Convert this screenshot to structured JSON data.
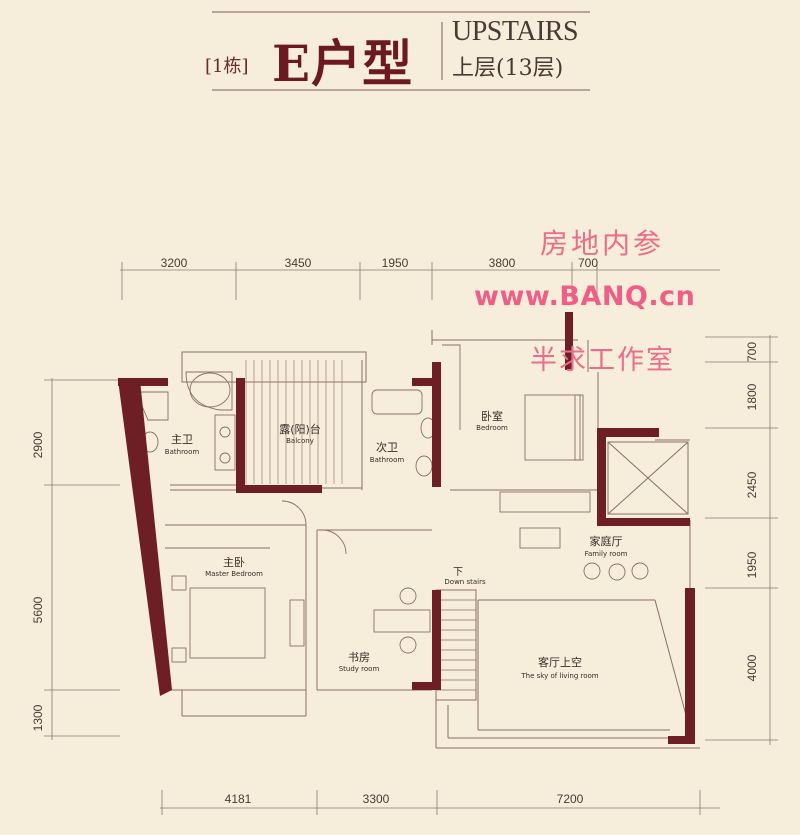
{
  "title": {
    "building": "[1栋]",
    "unit_type": "E户型",
    "level_en": "UPSTAIRS",
    "level_cn": "上层(13层)"
  },
  "dimensions": {
    "top": [
      "3200",
      "3450",
      "1950",
      "3800",
      "700"
    ],
    "bottom": [
      "4181",
      "3300",
      "7200"
    ],
    "left": [
      "2900",
      "5600",
      "1300"
    ],
    "right": [
      "700",
      "1800",
      "2450",
      "1950",
      "4000"
    ]
  },
  "rooms": {
    "master_bath": {
      "cn": "主卫",
      "en": "Bathroom"
    },
    "balcony": {
      "cn": "露(阳)台",
      "en": "Balcony"
    },
    "second_bath": {
      "cn": "次卫",
      "en": "Bathroom"
    },
    "bedroom": {
      "cn": "卧室",
      "en": "Bedroom"
    },
    "family_room": {
      "cn": "家庭厅",
      "en": "Family room"
    },
    "master_bedroom": {
      "cn": "主卧",
      "en": "Master Bedroom"
    },
    "study": {
      "cn": "书房",
      "en": "Study room"
    },
    "down_stairs": {
      "cn": "下",
      "en": "Down stairs"
    },
    "living_void": {
      "cn": "客厅上空",
      "en": "The sky of living room"
    }
  },
  "watermark": {
    "line1": "房地内参",
    "line2": "www.BANQ.cn",
    "line3": "半求工作室"
  },
  "colors": {
    "background": "#f6eedb",
    "wall": "#6e1f26",
    "line": "#8a6f66",
    "watermark": "#ec6d8a"
  }
}
